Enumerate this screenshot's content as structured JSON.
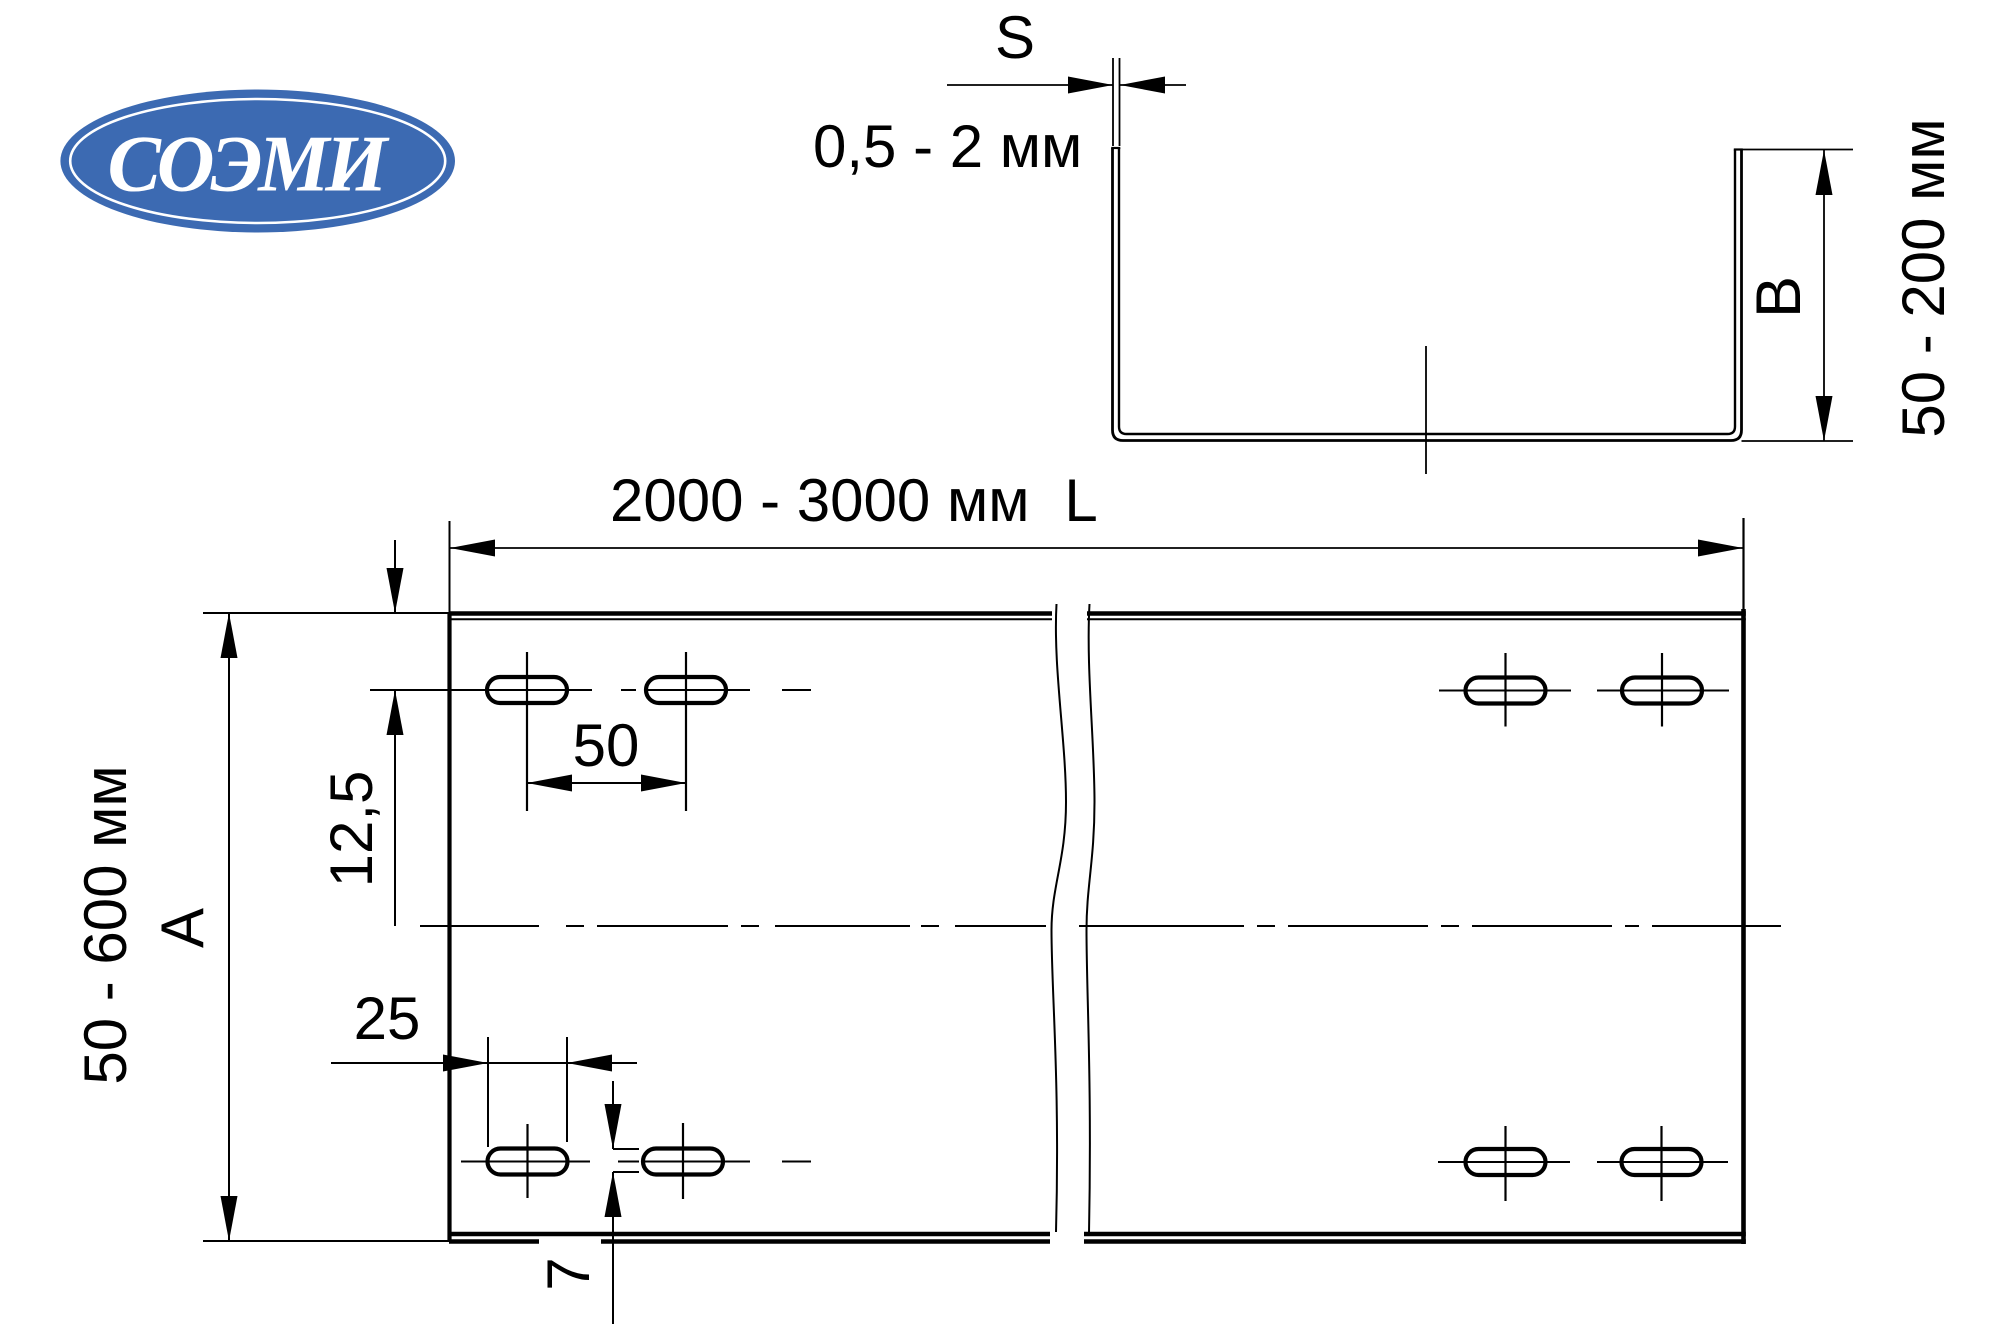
{
  "colors": {
    "page_bg": "#ffffff",
    "ink": "#000000",
    "logo_bg": "#3c6ab2",
    "logo_fg": "#ffffff"
  },
  "logo": {
    "text": "СОЭМИ"
  },
  "section_view": {
    "thickness_letter": "S",
    "thickness_range": "0,5 - 2 мм",
    "height_letter": "B",
    "height_range": "50 - 200 мм"
  },
  "plan_view": {
    "length_range": "2000 - 3000 мм",
    "length_letter": "L",
    "width_letter": "A",
    "width_range": "50 - 600 мм",
    "slot_pitch": "50",
    "row_offset": "12,5",
    "slot_length": "25",
    "slot_width": "7"
  }
}
